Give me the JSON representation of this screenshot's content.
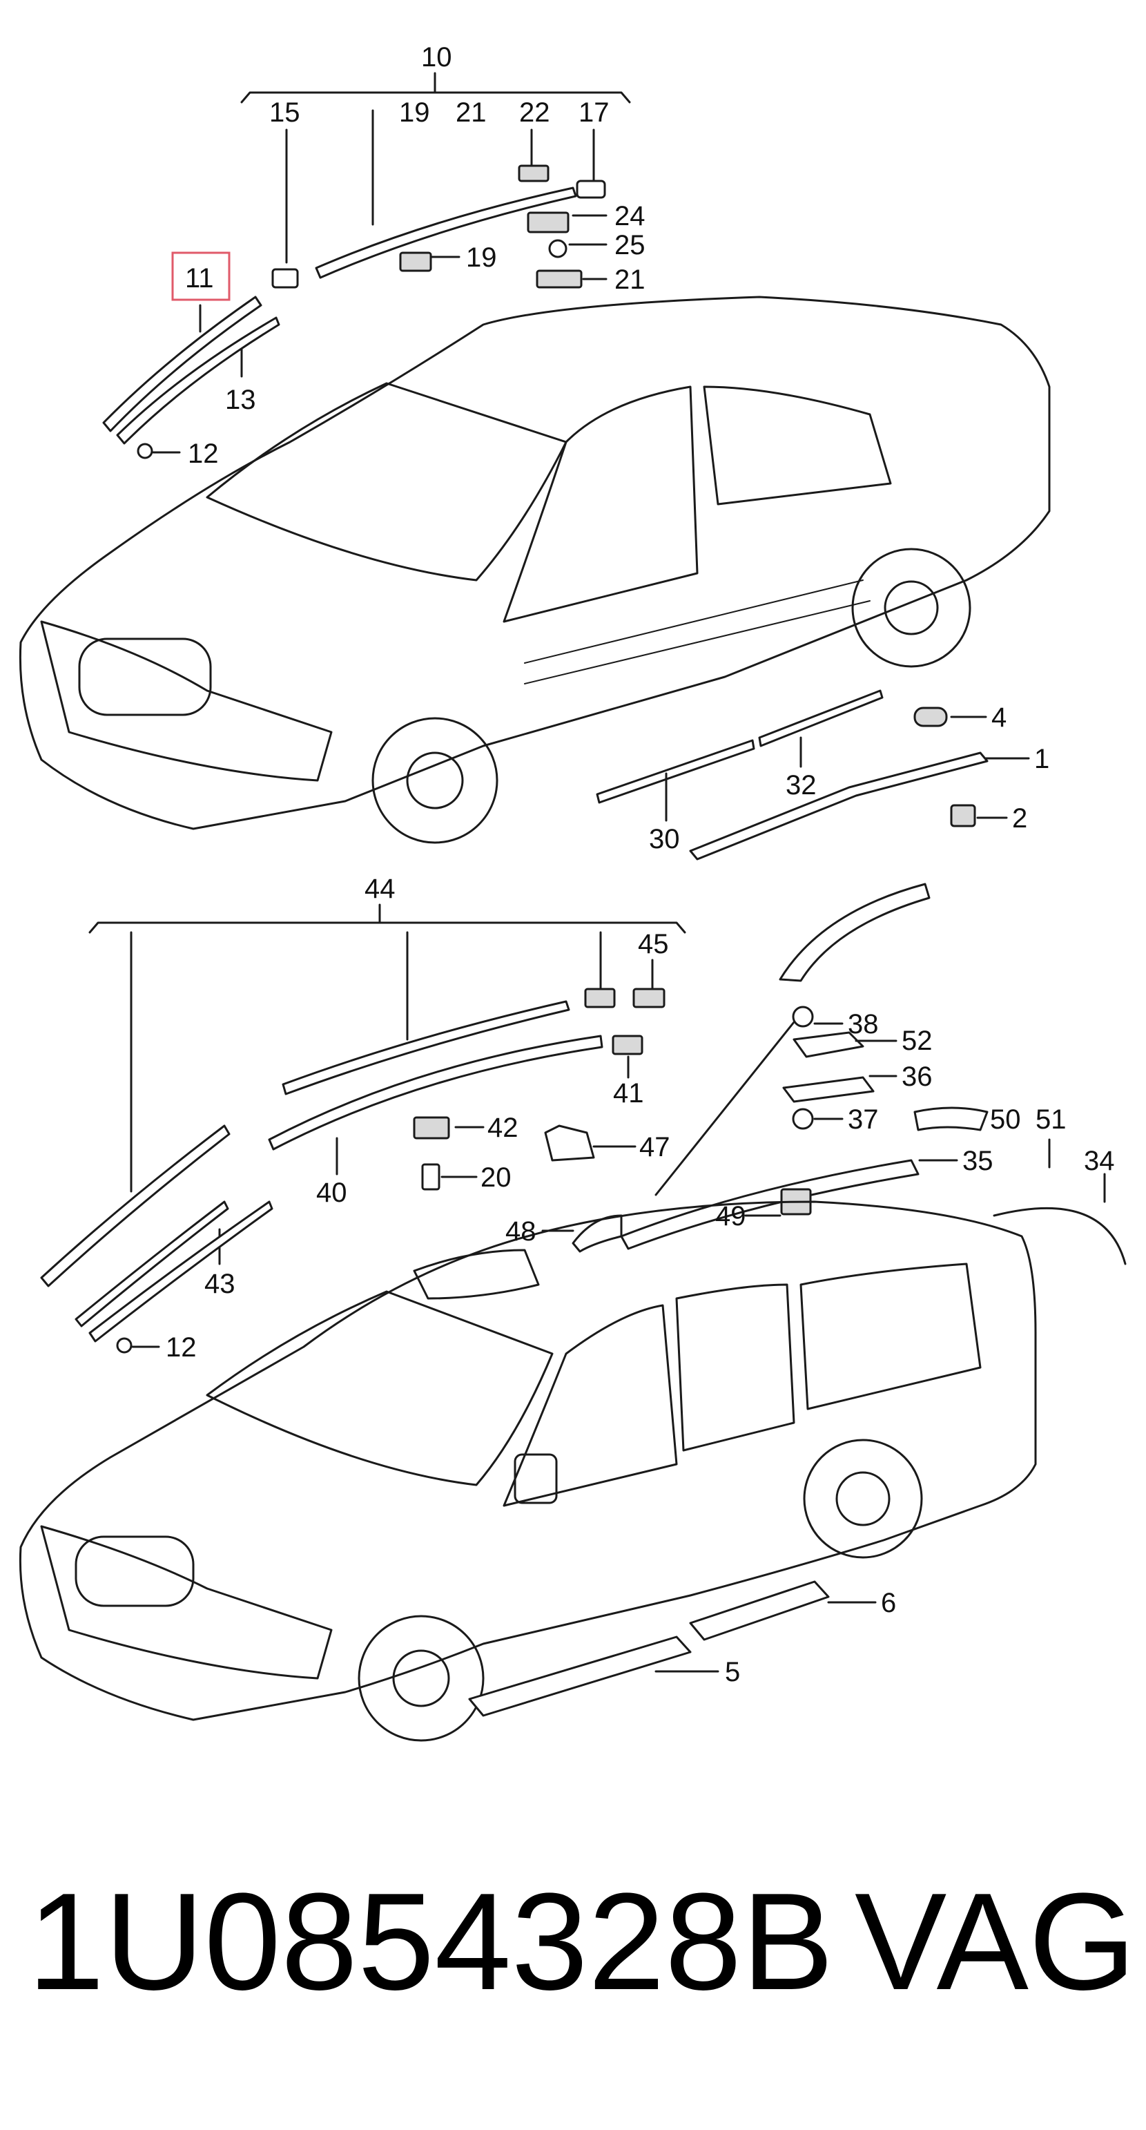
{
  "diagram": {
    "highlight_color": "#e05a6a",
    "highlighted_callout": "11",
    "top_callouts": [
      "10",
      "15",
      "19",
      "21",
      "22",
      "17",
      "24",
      "25",
      "19",
      "21",
      "11",
      "13",
      "12",
      "4",
      "1",
      "2",
      "32",
      "30"
    ],
    "bottom_callouts": [
      "44",
      "45",
      "41",
      "42",
      "20",
      "47",
      "40",
      "43",
      "12",
      "38",
      "52",
      "36",
      "37",
      "50",
      "51",
      "35",
      "34",
      "49",
      "48",
      "6",
      "5"
    ]
  },
  "footer": {
    "part_number": "1U0854328B",
    "brand": "VAG"
  }
}
